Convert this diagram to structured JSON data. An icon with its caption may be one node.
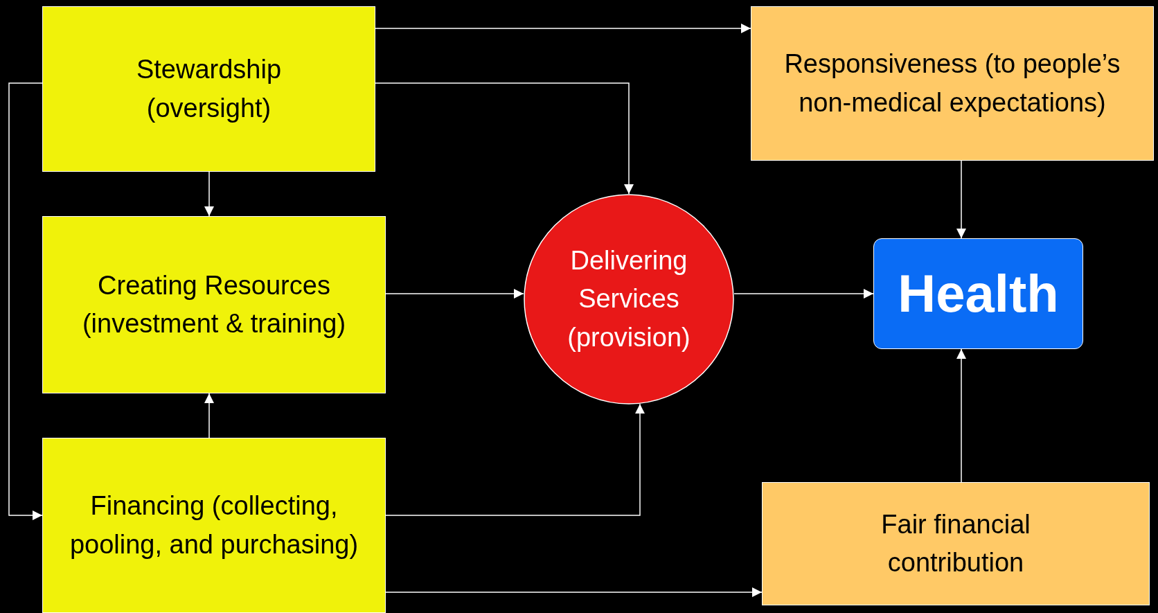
{
  "diagram": {
    "nodes": [
      {
        "text": [
          "Stewardship (oversight)"
        ]
      },
      {
        "text": [
          "Creating Resources (investment & training)"
        ]
      },
      {
        "text": [
          "Financing (collecting, pooling, and purchasing)"
        ]
      },
      {
        "text": [
          "Delivering Services (provision)"
        ]
      },
      {
        "text": [
          "Responsiveness (to people’s non-medical expectations)"
        ]
      },
      {
        "text": [
          "Health"
        ]
      },
      {
        "text": [
          "Fair financial contribution"
        ]
      }
    ],
    "edges": [
      {
        "from": 0,
        "to": 4,
        "arrow": "to"
      },
      {
        "from": 0,
        "to": 3,
        "arrow": "to"
      },
      {
        "from": 0,
        "to": 1,
        "arrow": "to"
      },
      {
        "from": 0,
        "to": 2,
        "arrow": "to"
      },
      {
        "from": 1,
        "to": 3,
        "arrow": "to"
      },
      {
        "from": 2,
        "to": 1,
        "arrow": "to"
      },
      {
        "from": 2,
        "to": 3,
        "arrow": "to"
      },
      {
        "from": 2,
        "to": 6,
        "arrow": "to"
      },
      {
        "from": 3,
        "to": 5,
        "arrow": "to"
      },
      {
        "from": 4,
        "to": 5,
        "arrow": "to"
      },
      {
        "from": 6,
        "to": 5,
        "arrow": "to"
      }
    ]
  }
}
